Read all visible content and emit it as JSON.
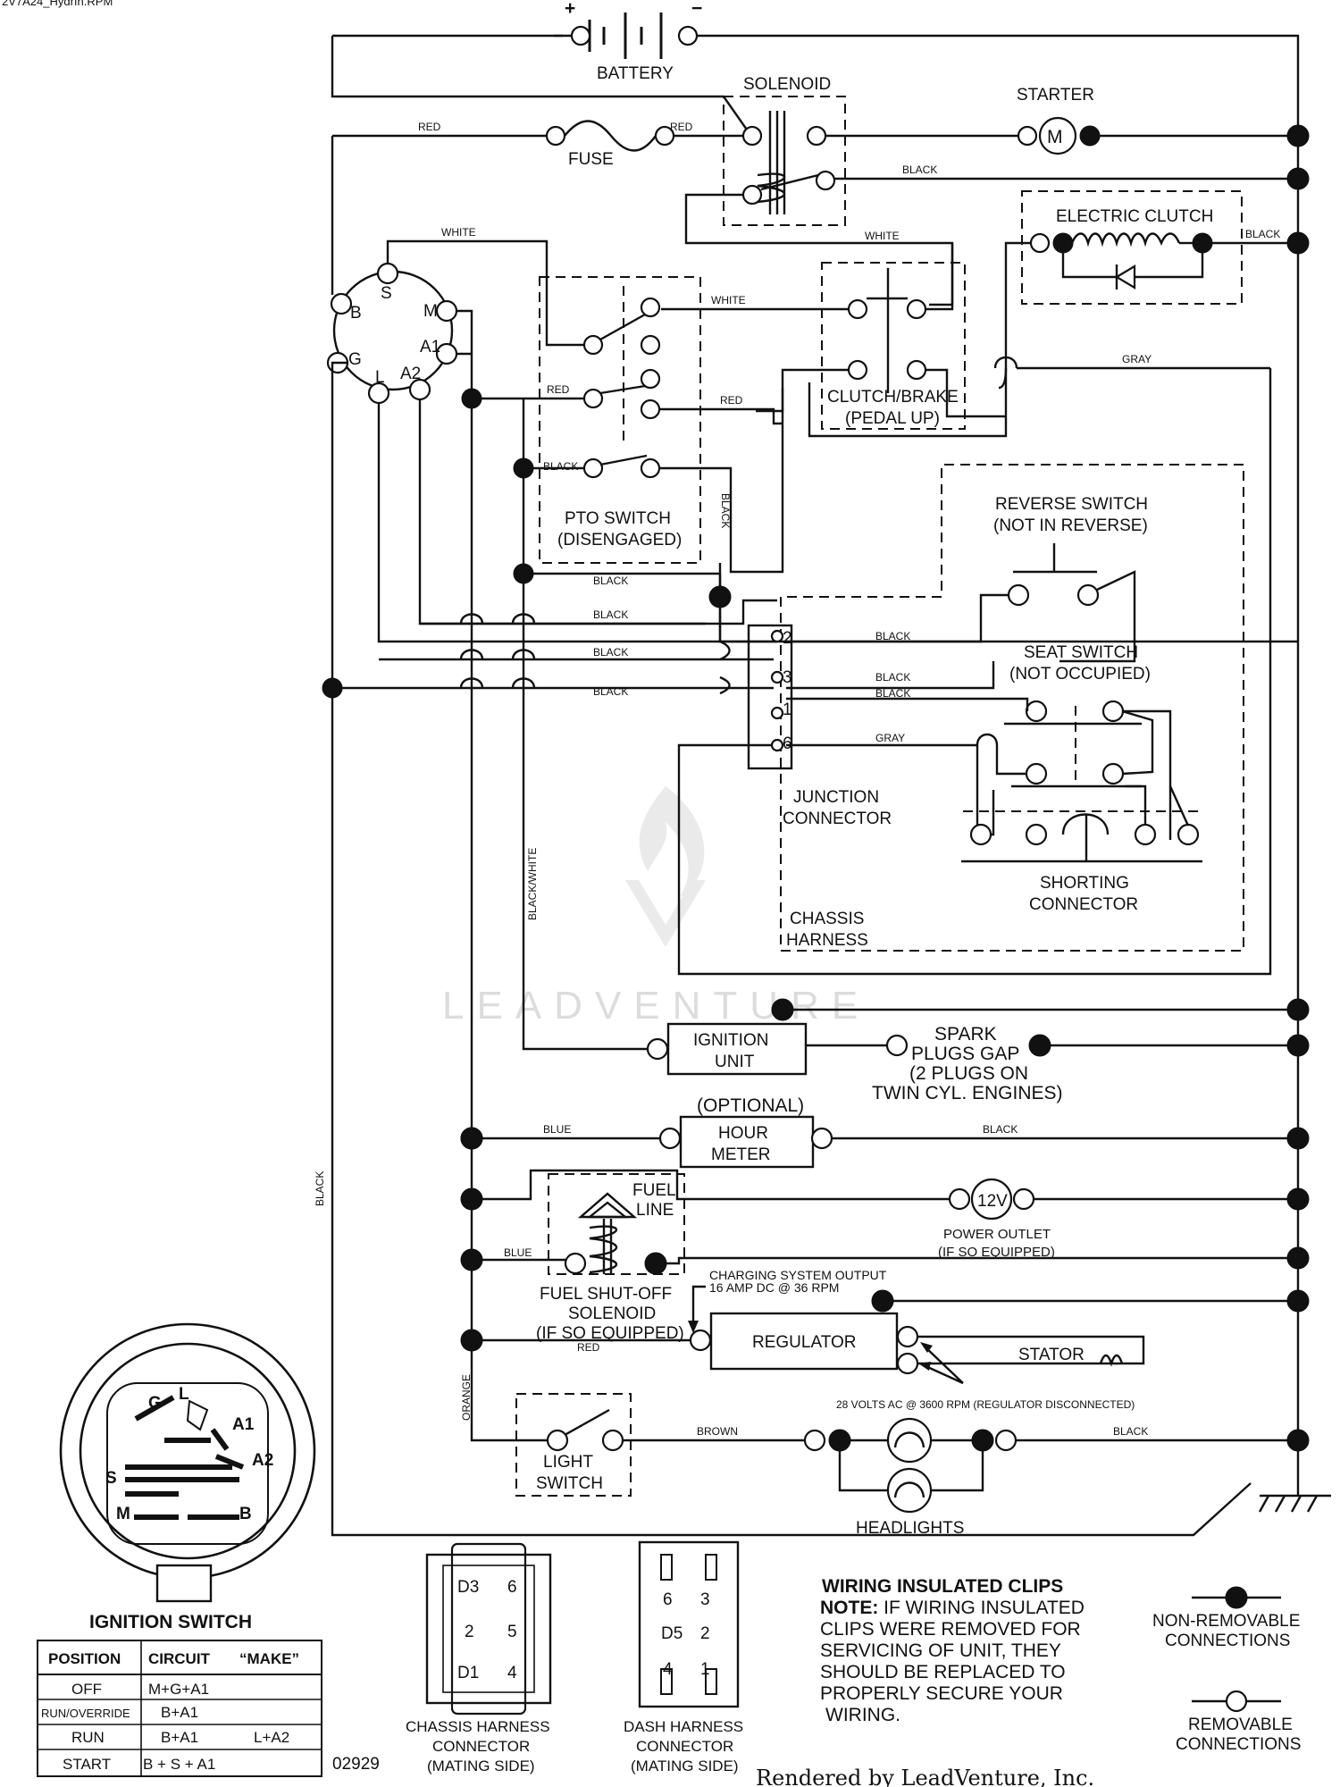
{
  "header": {
    "corner_code": "2V7A24_Hydrfn.RPM"
  },
  "components": {
    "battery": "BATTERY",
    "battery_pos": "+",
    "battery_neg": "−",
    "solenoid": "SOLENOID",
    "starter": "STARTER",
    "starter_symbol": "M",
    "fuse": "FUSE",
    "electric_clutch": "ELECTRIC CLUTCH",
    "clutch_brake_1": "CLUTCH/BRAKE",
    "clutch_brake_2": "(PEDAL UP)",
    "pto_switch_1": "PTO SWITCH",
    "pto_switch_2": "(DISENGAGED)",
    "reverse_switch_1": "REVERSE SWITCH",
    "reverse_switch_2": "(NOT IN REVERSE)",
    "seat_switch_1": "SEAT SWITCH",
    "seat_switch_2": "(NOT OCCUPIED)",
    "junction_connector_1": "JUNCTION",
    "junction_connector_2": "CONNECTOR",
    "shorting_connector_1": "SHORTING",
    "shorting_connector_2": "CONNECTOR",
    "chassis_harness_1": "CHASSIS",
    "chassis_harness_2": "HARNESS",
    "ignition_unit_1": "IGNITION",
    "ignition_unit_2": "UNIT",
    "spark_plugs_1": "SPARK",
    "spark_plugs_2": "PLUGS GAP",
    "spark_plugs_3": "(2 PLUGS ON",
    "spark_plugs_4": "TWIN CYL. ENGINES)",
    "optional": "(OPTIONAL)",
    "hour_meter_1": "HOUR",
    "hour_meter_2": "METER",
    "fuel_line_1": "FUEL",
    "fuel_line_2": "LINE",
    "power_outlet_symbol": "12V",
    "power_outlet_1": "POWER OUTLET",
    "power_outlet_2": "(IF SO EQUIPPED)",
    "fuel_shutoff_1": "FUEL SHUT-OFF",
    "fuel_shutoff_2": "SOLENOID",
    "fuel_shutoff_3": "(IF SO EQUIPPED)",
    "charging_output_1": "CHARGING SYSTEM OUTPUT",
    "charging_output_2": "16 AMP DC @ 36 RPM",
    "regulator": "REGULATOR",
    "stator": "STATOR",
    "stator_note": "28 VOLTS AC @ 3600 RPM (REGULATOR DISCONNECTED)",
    "light_switch_1": "LIGHT",
    "light_switch_2": "SWITCH",
    "headlights": "HEADLIGHTS"
  },
  "ignition_terminals": {
    "B": "B",
    "S": "S",
    "M": "M",
    "G": "G",
    "A1": "A1",
    "L": "L",
    "A2": "A2"
  },
  "junction_pins": {
    "p2": "2",
    "p3": "3",
    "p1": "1",
    "p6": "6"
  },
  "wires": {
    "red": "RED",
    "black": "BLACK",
    "white": "WHITE",
    "gray": "GRAY",
    "blue": "BLUE",
    "orange": "ORANGE",
    "brown": "BROWN",
    "black_white": "BLACK/WHITE"
  },
  "ignition_switch": {
    "title": "IGNITION SWITCH",
    "face_labels": {
      "G": "G",
      "L": "L",
      "A1": "A1",
      "A2": "A2",
      "S": "S",
      "M": "M",
      "B": "B"
    },
    "headers": {
      "position": "POSITION",
      "circuit": "CIRCUIT",
      "make": "“MAKE”"
    },
    "rows": [
      {
        "position": "OFF",
        "circuit": "M+G+A1",
        "make": ""
      },
      {
        "position": "RUN/OVERRIDE",
        "circuit": "B+A1",
        "make": ""
      },
      {
        "position": "RUN",
        "circuit": "B+A1",
        "make": "L+A2"
      },
      {
        "position": "START",
        "circuit": "B + S + A1",
        "make": ""
      }
    ]
  },
  "connectors": {
    "chassis_1": "CHASSIS HARNESS",
    "chassis_2": "CONNECTOR",
    "chassis_3": "(MATING SIDE)",
    "dash_1": "DASH HARNESS",
    "dash_2": "CONNECTOR",
    "dash_3": "(MATING SIDE)",
    "pins_chassis": {
      "d3": "D3",
      "d6": "6",
      "d2": "2",
      "d5": "5",
      "d1": "D1",
      "d4": "4"
    },
    "pins_dash": {
      "d6": "6",
      "d3": "3",
      "d5": "D5",
      "d2": "2",
      "d4": "4",
      "d1": "1"
    }
  },
  "notes": {
    "clips_title": "WIRING INSULATED CLIPS",
    "clips_lead": "NOTE:",
    "clips_l1": " IF WIRING INSULATED",
    "clips_l2": "CLIPS WERE REMOVED FOR",
    "clips_l3": "SERVICING OF UNIT, THEY",
    "clips_l4": "SHOULD BE REPLACED TO",
    "clips_l5": "PROPERLY SECURE YOUR",
    "clips_l6": "WIRING."
  },
  "legend": {
    "nonremovable_1": "NON-REMOVABLE",
    "nonremovable_2": "CONNECTIONS",
    "removable_1": "REMOVABLE",
    "removable_2": "CONNECTIONS"
  },
  "footer": {
    "code": "02929",
    "credit": "Rendered by LeadVenture, Inc.",
    "watermark": "LEADVENTURE"
  }
}
